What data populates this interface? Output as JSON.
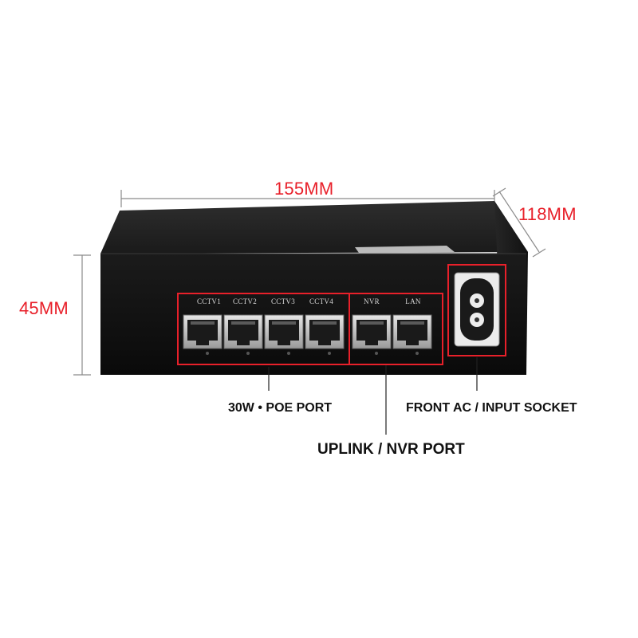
{
  "dimensions": {
    "width": "155MM",
    "depth": "118MM",
    "height": "45MM"
  },
  "ports": {
    "poe": [
      "CCTV1",
      "CCTV2",
      "CCTV3",
      "CCTV4"
    ],
    "uplink": [
      "NVR",
      "LAN"
    ]
  },
  "callouts": {
    "poe_group": "30W  •  POE PORT",
    "uplink_group": "UPLINK / NVR PORT",
    "ac_socket": "FRONT AC / INPUT SOCKET"
  },
  "colors": {
    "dimension_text": "#e8202a",
    "highlight_box": "#e8202a",
    "device_body": "#111111",
    "background": "#ffffff"
  }
}
